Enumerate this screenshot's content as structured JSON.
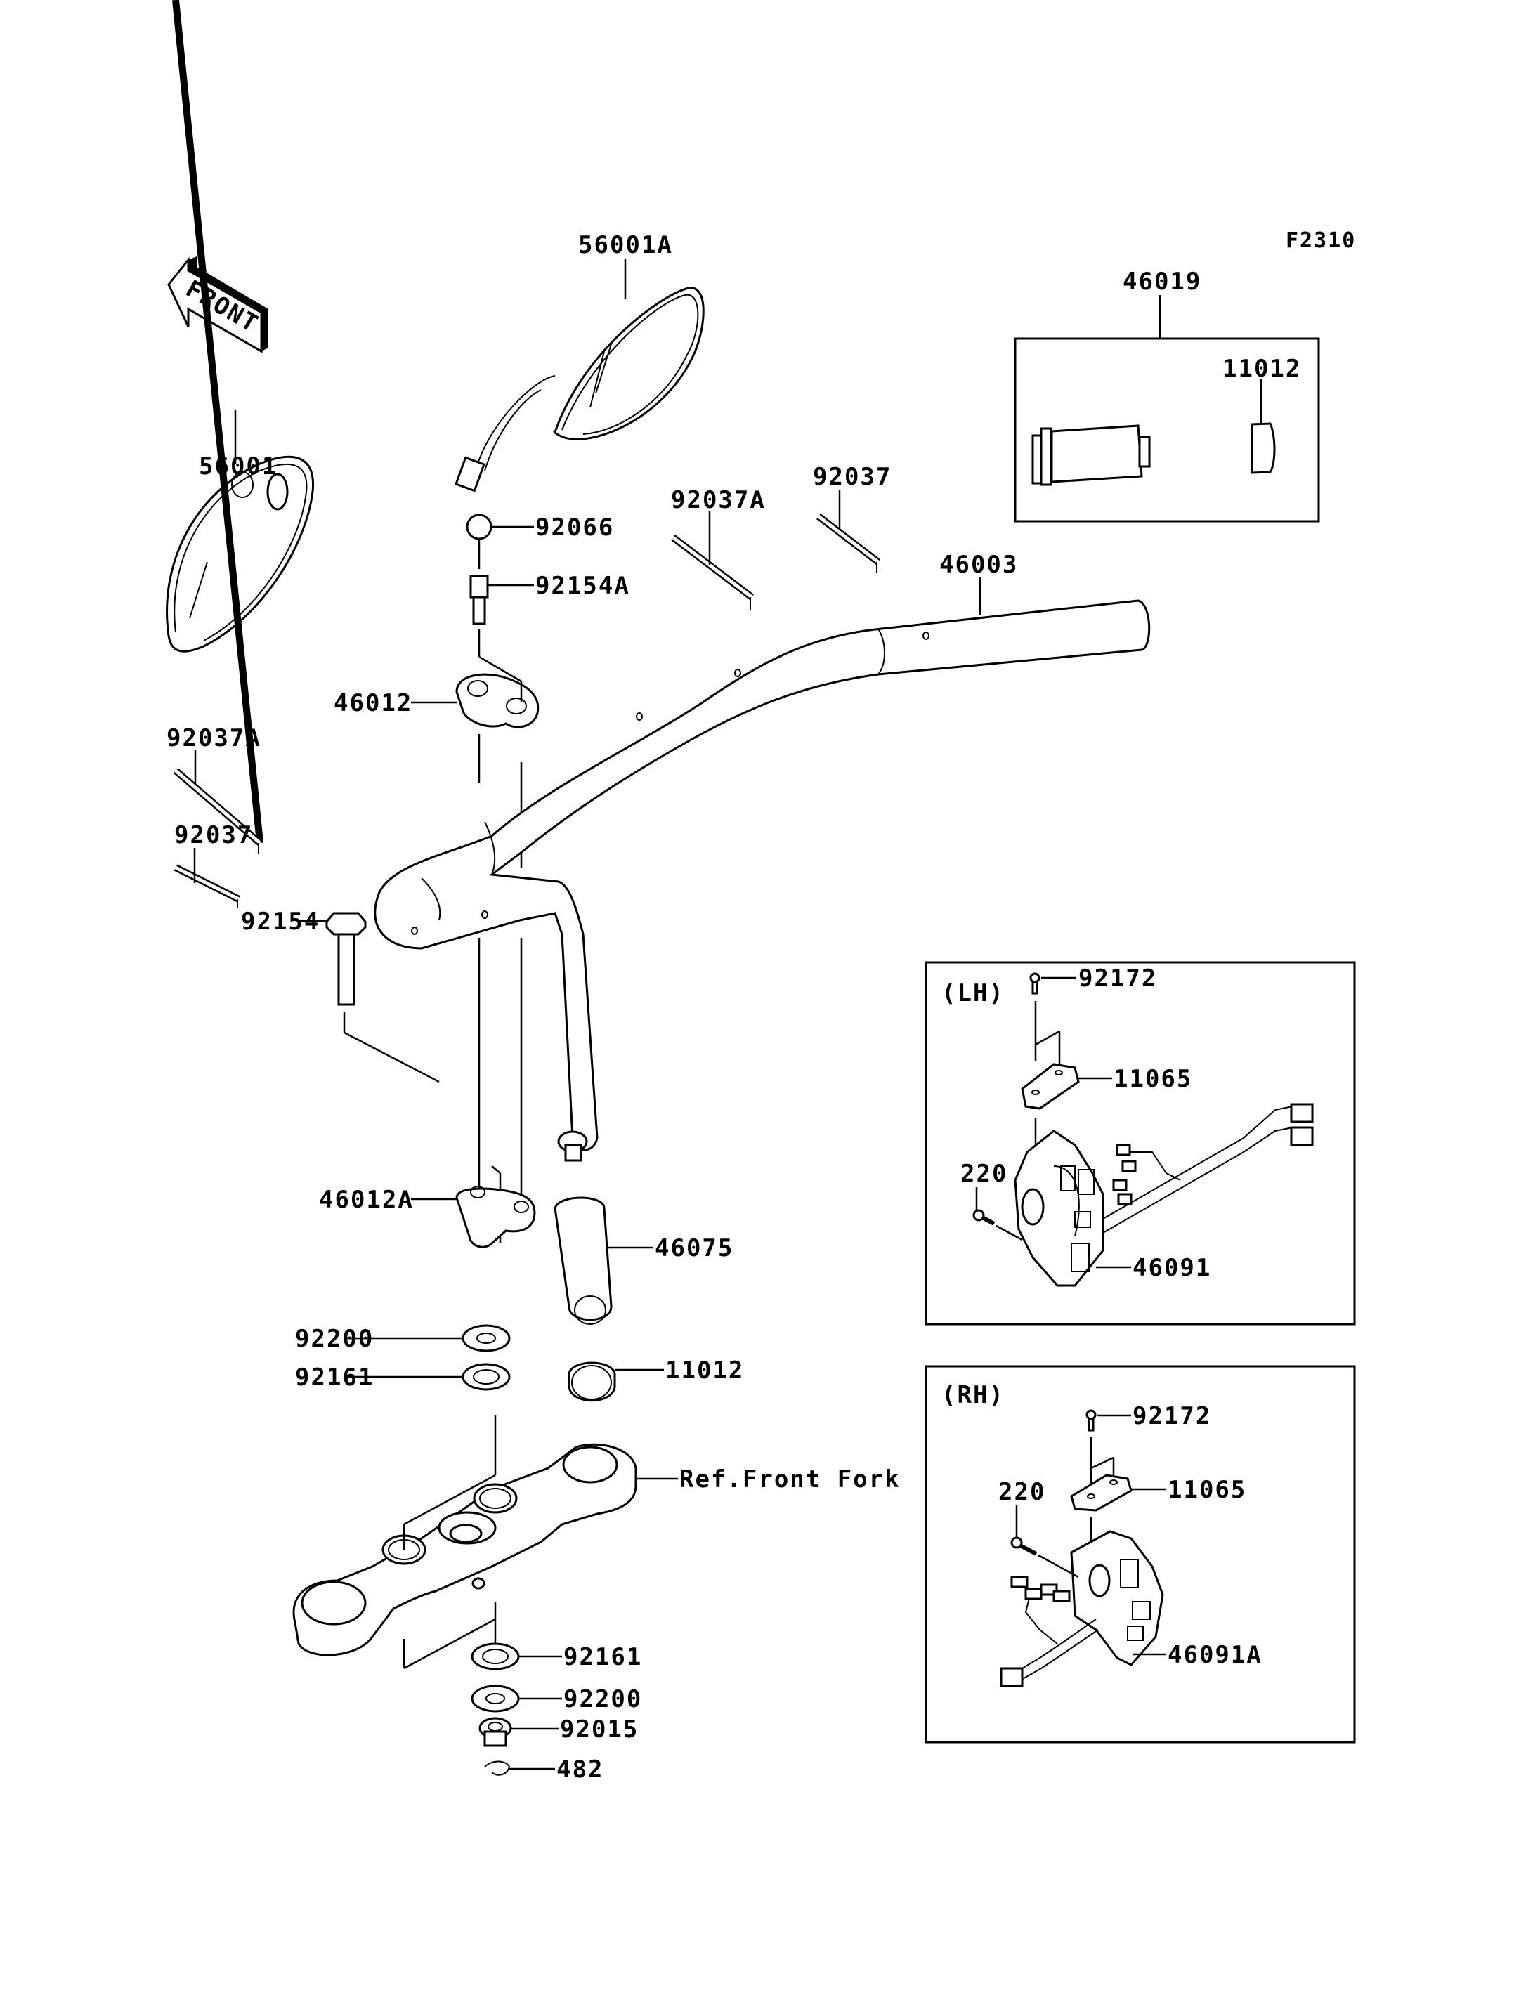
{
  "figure_code": "F2310",
  "direction_indicator": "FRONT",
  "callouts": {
    "mirror_right": "56001A",
    "mirror_left": "56001",
    "cap_92066": "92066",
    "bolt_92154A": "92154A",
    "holder_upper": "46012",
    "clamp_92037A_top": "92037A",
    "clamp_92037_top": "92037",
    "handlebar": "46003",
    "grip_assy": "46019",
    "grip_end_box": "11012",
    "clamp_92037A_left": "92037A",
    "clamp_92037_left": "92037",
    "bolt_92154": "92154",
    "holder_lower": "46012A",
    "grip_46075": "46075",
    "washer_92200_top": "92200",
    "collar_92161_top": "92161",
    "grip_end": "11012",
    "ref_front_fork": "Ref.Front Fork",
    "collar_92161_bottom": "92161",
    "washer_92200_bottom": "92200",
    "nut_92015": "92015",
    "clip_482": "482"
  },
  "lh_switch": {
    "title": "(LH)",
    "screw": "92172",
    "cover": "11065",
    "bolt": "220",
    "switch": "46091"
  },
  "rh_switch": {
    "title": "(RH)",
    "screw": "92172",
    "cover": "11065",
    "bolt": "220",
    "switch": "46091A"
  }
}
